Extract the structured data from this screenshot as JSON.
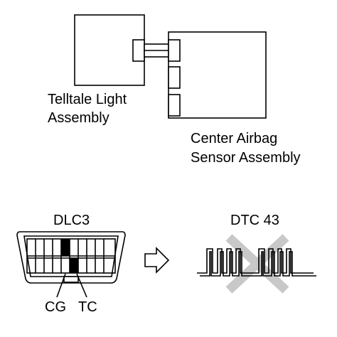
{
  "components": {
    "telltale_light": {
      "line1": "Telltale Light",
      "line2": "Assembly"
    },
    "center_airbag_sensor": {
      "line1": "Center Airbag",
      "line2": "Sensor Assembly"
    }
  },
  "dlc3": {
    "title": "DLC3",
    "cg": "CG",
    "tc": "TC"
  },
  "dtc": {
    "title": "DTC 43"
  },
  "icons": [
    "connector-icon",
    "right-arrow-icon",
    "pulse-waveform-icon",
    "x-mark-icon"
  ],
  "colors": {
    "line": "#000000",
    "x_mark": "#c8c8c8",
    "background": "#ffffff"
  }
}
